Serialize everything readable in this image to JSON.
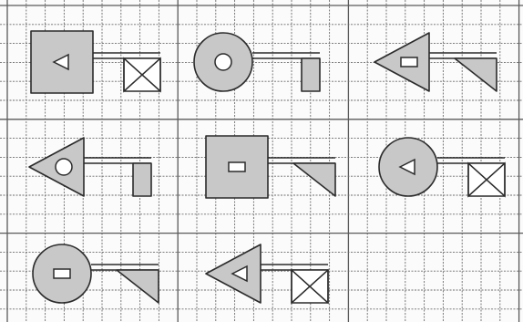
{
  "palette": {
    "fill": "#c8c8c8",
    "line": "#2b2b2b",
    "paper": "#fbfbfb",
    "grid": "#6c6c6c"
  },
  "keys": [
    {
      "id": "key-1",
      "head": "square",
      "hole": "triangle",
      "bit": "box-with-x"
    },
    {
      "id": "key-2",
      "head": "circle",
      "hole": "circle",
      "bit": "l-hook"
    },
    {
      "id": "key-3",
      "head": "triangle",
      "hole": "rectangle",
      "bit": "wedge"
    },
    {
      "id": "key-4",
      "head": "triangle",
      "hole": "circle",
      "bit": "l-hook"
    },
    {
      "id": "key-5",
      "head": "square",
      "hole": "rectangle",
      "bit": "wedge"
    },
    {
      "id": "key-6",
      "head": "circle",
      "hole": "triangle",
      "bit": "box-with-x"
    },
    {
      "id": "key-7",
      "head": "circle",
      "hole": "rectangle",
      "bit": "wedge"
    },
    {
      "id": "key-8",
      "head": "triangle",
      "hole": "triangle",
      "bit": "box-with-x"
    }
  ]
}
